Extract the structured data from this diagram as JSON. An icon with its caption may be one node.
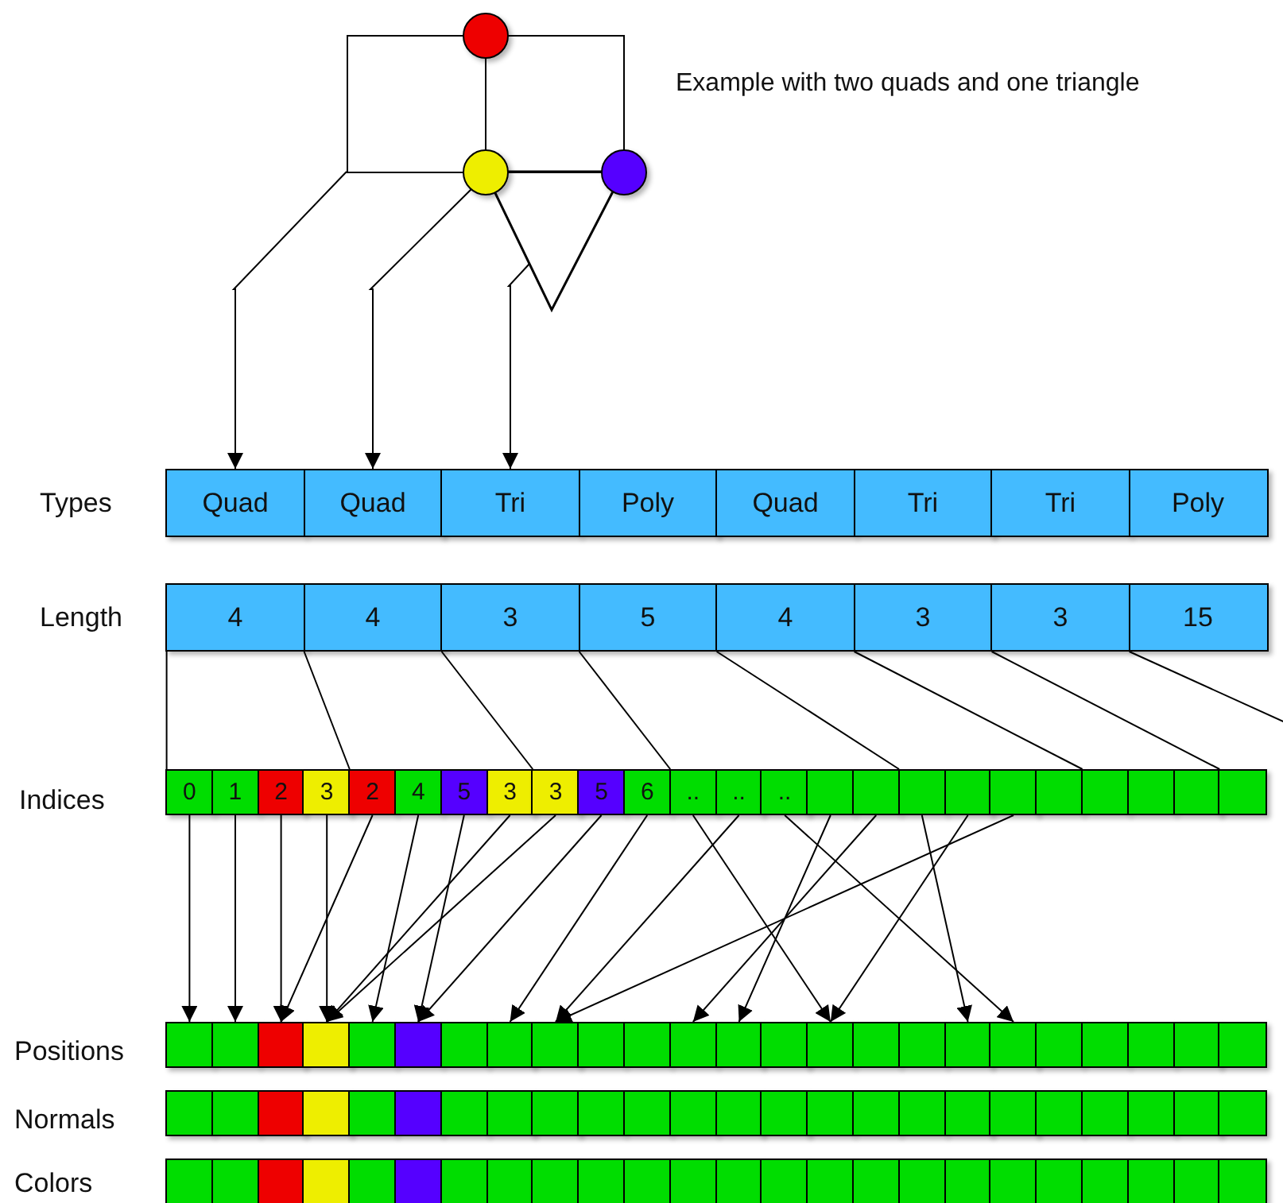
{
  "diagram": {
    "nodes": [
      {
        "text": [],
        "shape": "circle"
      },
      {
        "text": [],
        "shape": "box"
      },
      {
        "text": [],
        "shape": "box"
      },
      {
        "text": [],
        "shape": "circle"
      },
      {
        "text": [],
        "shape": "circle"
      },
      {
        "text": [],
        "shape": "triangle"
      },
      {
        "text": [
          "Quad"
        ]
      },
      {
        "text": [
          "Quad"
        ]
      },
      {
        "text": [
          "Tri"
        ]
      },
      {
        "text": [
          "Poly"
        ]
      },
      {
        "text": [
          "Quad"
        ]
      },
      {
        "text": [
          "Tri"
        ]
      },
      {
        "text": [
          "Tri"
        ]
      },
      {
        "text": [
          "Poly"
        ]
      },
      {
        "text": [
          "4"
        ]
      },
      {
        "text": [
          "4"
        ]
      },
      {
        "text": [
          "3"
        ]
      },
      {
        "text": [
          "5"
        ]
      },
      {
        "text": [
          "4"
        ]
      },
      {
        "text": [
          "3"
        ]
      },
      {
        "text": [
          "3"
        ]
      },
      {
        "text": [
          "15"
        ]
      },
      {
        "text": [
          "0"
        ]
      },
      {
        "text": [
          "1"
        ]
      },
      {
        "text": [
          "2"
        ]
      },
      {
        "text": [
          "3"
        ]
      },
      {
        "text": [
          "2"
        ]
      },
      {
        "text": [
          "4"
        ]
      },
      {
        "text": [
          "5"
        ]
      },
      {
        "text": [
          "3"
        ]
      },
      {
        "text": [
          "3"
        ]
      },
      {
        "text": [
          "5"
        ]
      },
      {
        "text": [
          "6"
        ]
      },
      {
        "text": [
          ".."
        ]
      },
      {
        "text": [
          ".."
        ]
      },
      {
        "text": [
          ".."
        ]
      },
      {
        "text": [],
        "shape": "box"
      },
      {
        "text": [],
        "shape": "box"
      },
      {
        "text": [],
        "shape": "box"
      },
      {
        "text": [],
        "shape": "box"
      },
      {
        "text": [],
        "shape": "box"
      },
      {
        "text": [],
        "shape": "box"
      },
      {
        "text": [],
        "shape": "box"
      },
      {
        "text": [],
        "shape": "box"
      },
      {
        "text": [],
        "shape": "box"
      },
      {
        "text": [],
        "shape": "box"
      },
      {
        "text": [],
        "shape": "box"
      },
      {
        "text": [],
        "shape": "box"
      },
      {
        "text": [],
        "shape": "box"
      },
      {
        "text": [],
        "shape": "box"
      },
      {
        "text": [],
        "shape": "box"
      },
      {
        "text": [],
        "shape": "box"
      },
      {
        "text": [],
        "shape": "box"
      },
      {
        "text": [],
        "shape": "box"
      },
      {
        "text": [],
        "shape": "box"
      },
      {
        "text": [],
        "shape": "box"
      },
      {
        "text": [],
        "shape": "box"
      },
      {
        "text": [],
        "shape": "box"
      },
      {
        "text": [],
        "shape": "box"
      },
      {
        "text": [],
        "shape": "box"
      },
      {
        "text": [],
        "shape": "box"
      },
      {
        "text": [],
        "shape": "box"
      },
      {
        "text": [],
        "shape": "box"
      },
      {
        "text": [],
        "shape": "box"
      },
      {
        "text": [],
        "shape": "box"
      },
      {
        "text": [],
        "shape": "box"
      },
      {
        "text": [],
        "shape": "box"
      },
      {
        "text": [],
        "shape": "box"
      },
      {
        "text": [],
        "shape": "box"
      },
      {
        "text": [],
        "shape": "box"
      },
      {
        "text": [],
        "shape": "box"
      },
      {
        "text": [],
        "shape": "box"
      },
      {
        "text": [],
        "shape": "box"
      },
      {
        "text": [],
        "shape": "box"
      },
      {
        "text": [],
        "shape": "box"
      },
      {
        "text": [],
        "shape": "box"
      },
      {
        "text": [],
        "shape": "box"
      },
      {
        "text": [],
        "shape": "box"
      },
      {
        "text": [],
        "shape": "box"
      },
      {
        "text": [],
        "shape": "box"
      },
      {
        "text": [],
        "shape": "box"
      },
      {
        "text": [],
        "shape": "box"
      },
      {
        "text": [],
        "shape": "box"
      },
      {
        "text": [],
        "shape": "box"
      },
      {
        "text": [],
        "shape": "box"
      },
      {
        "text": [],
        "shape": "box"
      },
      {
        "text": [],
        "shape": "box"
      },
      {
        "text": [],
        "shape": "box"
      },
      {
        "text": [],
        "shape": "box"
      },
      {
        "text": [],
        "shape": "box"
      },
      {
        "text": [],
        "shape": "box"
      },
      {
        "text": [],
        "shape": "box"
      },
      {
        "text": [],
        "shape": "box"
      },
      {
        "text": [],
        "shape": "box"
      },
      {
        "text": [],
        "shape": "box"
      },
      {
        "text": [],
        "shape": "box"
      },
      {
        "text": [],
        "shape": "box"
      },
      {
        "text": [],
        "shape": "box"
      },
      {
        "text": [],
        "shape": "box"
      },
      {
        "text": [],
        "shape": "box"
      },
      {
        "text": [],
        "shape": "box"
      },
      {
        "text": [],
        "shape": "box"
      },
      {
        "text": [],
        "shape": "box"
      },
      {
        "text": [],
        "shape": "box"
      },
      {
        "text": [],
        "shape": "box"
      },
      {
        "text": [],
        "shape": "box"
      },
      {
        "text": [],
        "shape": "box"
      },
      {
        "text": [],
        "shape": "box"
      },
      {
        "text": [],
        "shape": "box"
      },
      {
        "text": [],
        "shape": "box"
      },
      {
        "text": [],
        "shape": "box"
      },
      {
        "text": [],
        "shape": "box"
      },
      {
        "text": [],
        "shape": "box"
      },
      {
        "text": [],
        "shape": "box"
      },
      {
        "text": [],
        "shape": "box"
      },
      {
        "text": [],
        "shape": "box"
      },
      {
        "text": [],
        "shape": "box"
      },
      {
        "text": [],
        "shape": "box"
      }
    ],
    "edges": [
      {
        "from": 1,
        "to": 6,
        "arrow": "to"
      },
      {
        "from": 3,
        "to": 7,
        "arrow": "to"
      },
      {
        "from": 5,
        "to": 8,
        "arrow": "to"
      },
      {
        "from": 14,
        "to": 22,
        "arrow": "none"
      },
      {
        "from": 15,
        "to": 26,
        "arrow": "none"
      },
      {
        "from": 16,
        "to": 30,
        "arrow": "none"
      },
      {
        "from": 17,
        "to": 33,
        "arrow": "none"
      },
      {
        "from": 18,
        "to": 38,
        "arrow": "none"
      },
      {
        "from": 19,
        "to": 42,
        "arrow": "none"
      },
      {
        "from": 20,
        "to": 45,
        "arrow": "none"
      },
      {
        "from": 21,
        "to": null,
        "arrow": "none"
      },
      {
        "from": 22,
        "to": 46,
        "arrow": "to"
      },
      {
        "from": 23,
        "to": 47,
        "arrow": "to"
      },
      {
        "from": 24,
        "to": 48,
        "arrow": "to"
      },
      {
        "from": 25,
        "to": 49,
        "arrow": "to"
      },
      {
        "from": 26,
        "to": 48,
        "arrow": "to"
      },
      {
        "from": 27,
        "to": 50,
        "arrow": "to"
      },
      {
        "from": 28,
        "to": 51,
        "arrow": "to"
      },
      {
        "from": 29,
        "to": 49,
        "arrow": "to"
      },
      {
        "from": 30,
        "to": 49,
        "arrow": "to"
      },
      {
        "from": 31,
        "to": 51,
        "arrow": "to"
      },
      {
        "from": 32,
        "to": 53,
        "arrow": "to"
      },
      {
        "from": 33,
        "to": 60,
        "arrow": "to"
      },
      {
        "from": 34,
        "to": 54,
        "arrow": "to"
      },
      {
        "from": 35,
        "to": 64,
        "arrow": "to"
      },
      {
        "from": 36,
        "to": 58,
        "arrow": "to"
      },
      {
        "from": 37,
        "to": 57,
        "arrow": "to"
      },
      {
        "from": 38,
        "to": 63,
        "arrow": "to"
      },
      {
        "from": 39,
        "to": 60,
        "arrow": "to"
      },
      {
        "from": 40,
        "to": 54,
        "arrow": "to"
      }
    ],
    "labels": [
      "Example with two quads and one triangle",
      "Types",
      "Length",
      "Indices",
      "Positions",
      "Normals",
      "Colors"
    ]
  }
}
